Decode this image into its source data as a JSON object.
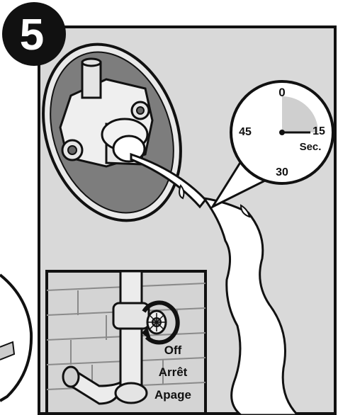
{
  "step": {
    "number": "5"
  },
  "timer": {
    "top_label": "0",
    "right_label": "15",
    "bottom_label": "30",
    "left_label": "45",
    "unit": "Sec.",
    "elapsed_seconds": 15
  },
  "valve": {
    "lines": [
      "Off",
      "Arrêt",
      "Apage"
    ]
  },
  "colors": {
    "panel": "#d9d9d9",
    "outline": "#111111",
    "water": "#ffffff",
    "timer_fill": "#cfcfcf",
    "badge": "#111111"
  }
}
